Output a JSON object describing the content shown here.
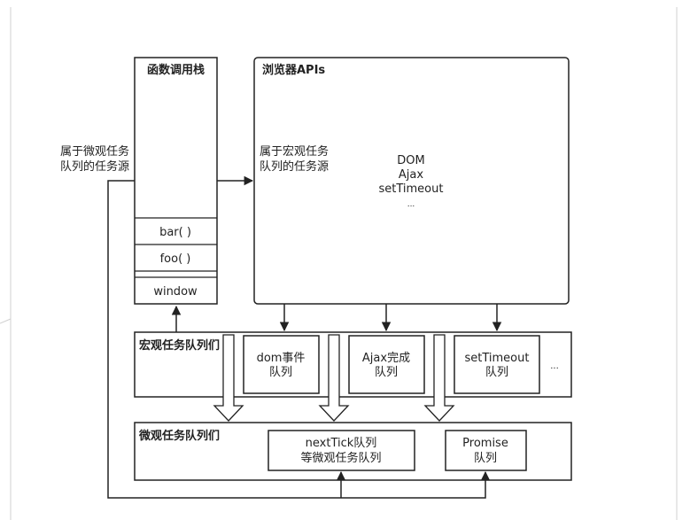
{
  "call_stack": {
    "title": "函数调用栈",
    "frames": [
      "bar( )",
      "foo( )",
      "window"
    ]
  },
  "browser_apis": {
    "title": "浏览器APIs",
    "items": [
      "DOM",
      "Ajax",
      "setTimeout",
      "..."
    ],
    "macro_source_note": [
      "属于宏观任务",
      "队列的任务源"
    ]
  },
  "micro_source_note": [
    "属于微观任务",
    "队列的任务源"
  ],
  "macro_queues": {
    "title": "宏观任务队列们",
    "queues": [
      [
        "dom事件",
        "队列"
      ],
      [
        "Ajax完成",
        "队列"
      ],
      [
        "setTimeout",
        "队列"
      ]
    ],
    "more": "..."
  },
  "micro_queues": {
    "title": "微观任务队列们",
    "queues": [
      [
        "nextTick队列",
        "等微观任务队列"
      ],
      [
        "Promise",
        "队列"
      ]
    ]
  }
}
